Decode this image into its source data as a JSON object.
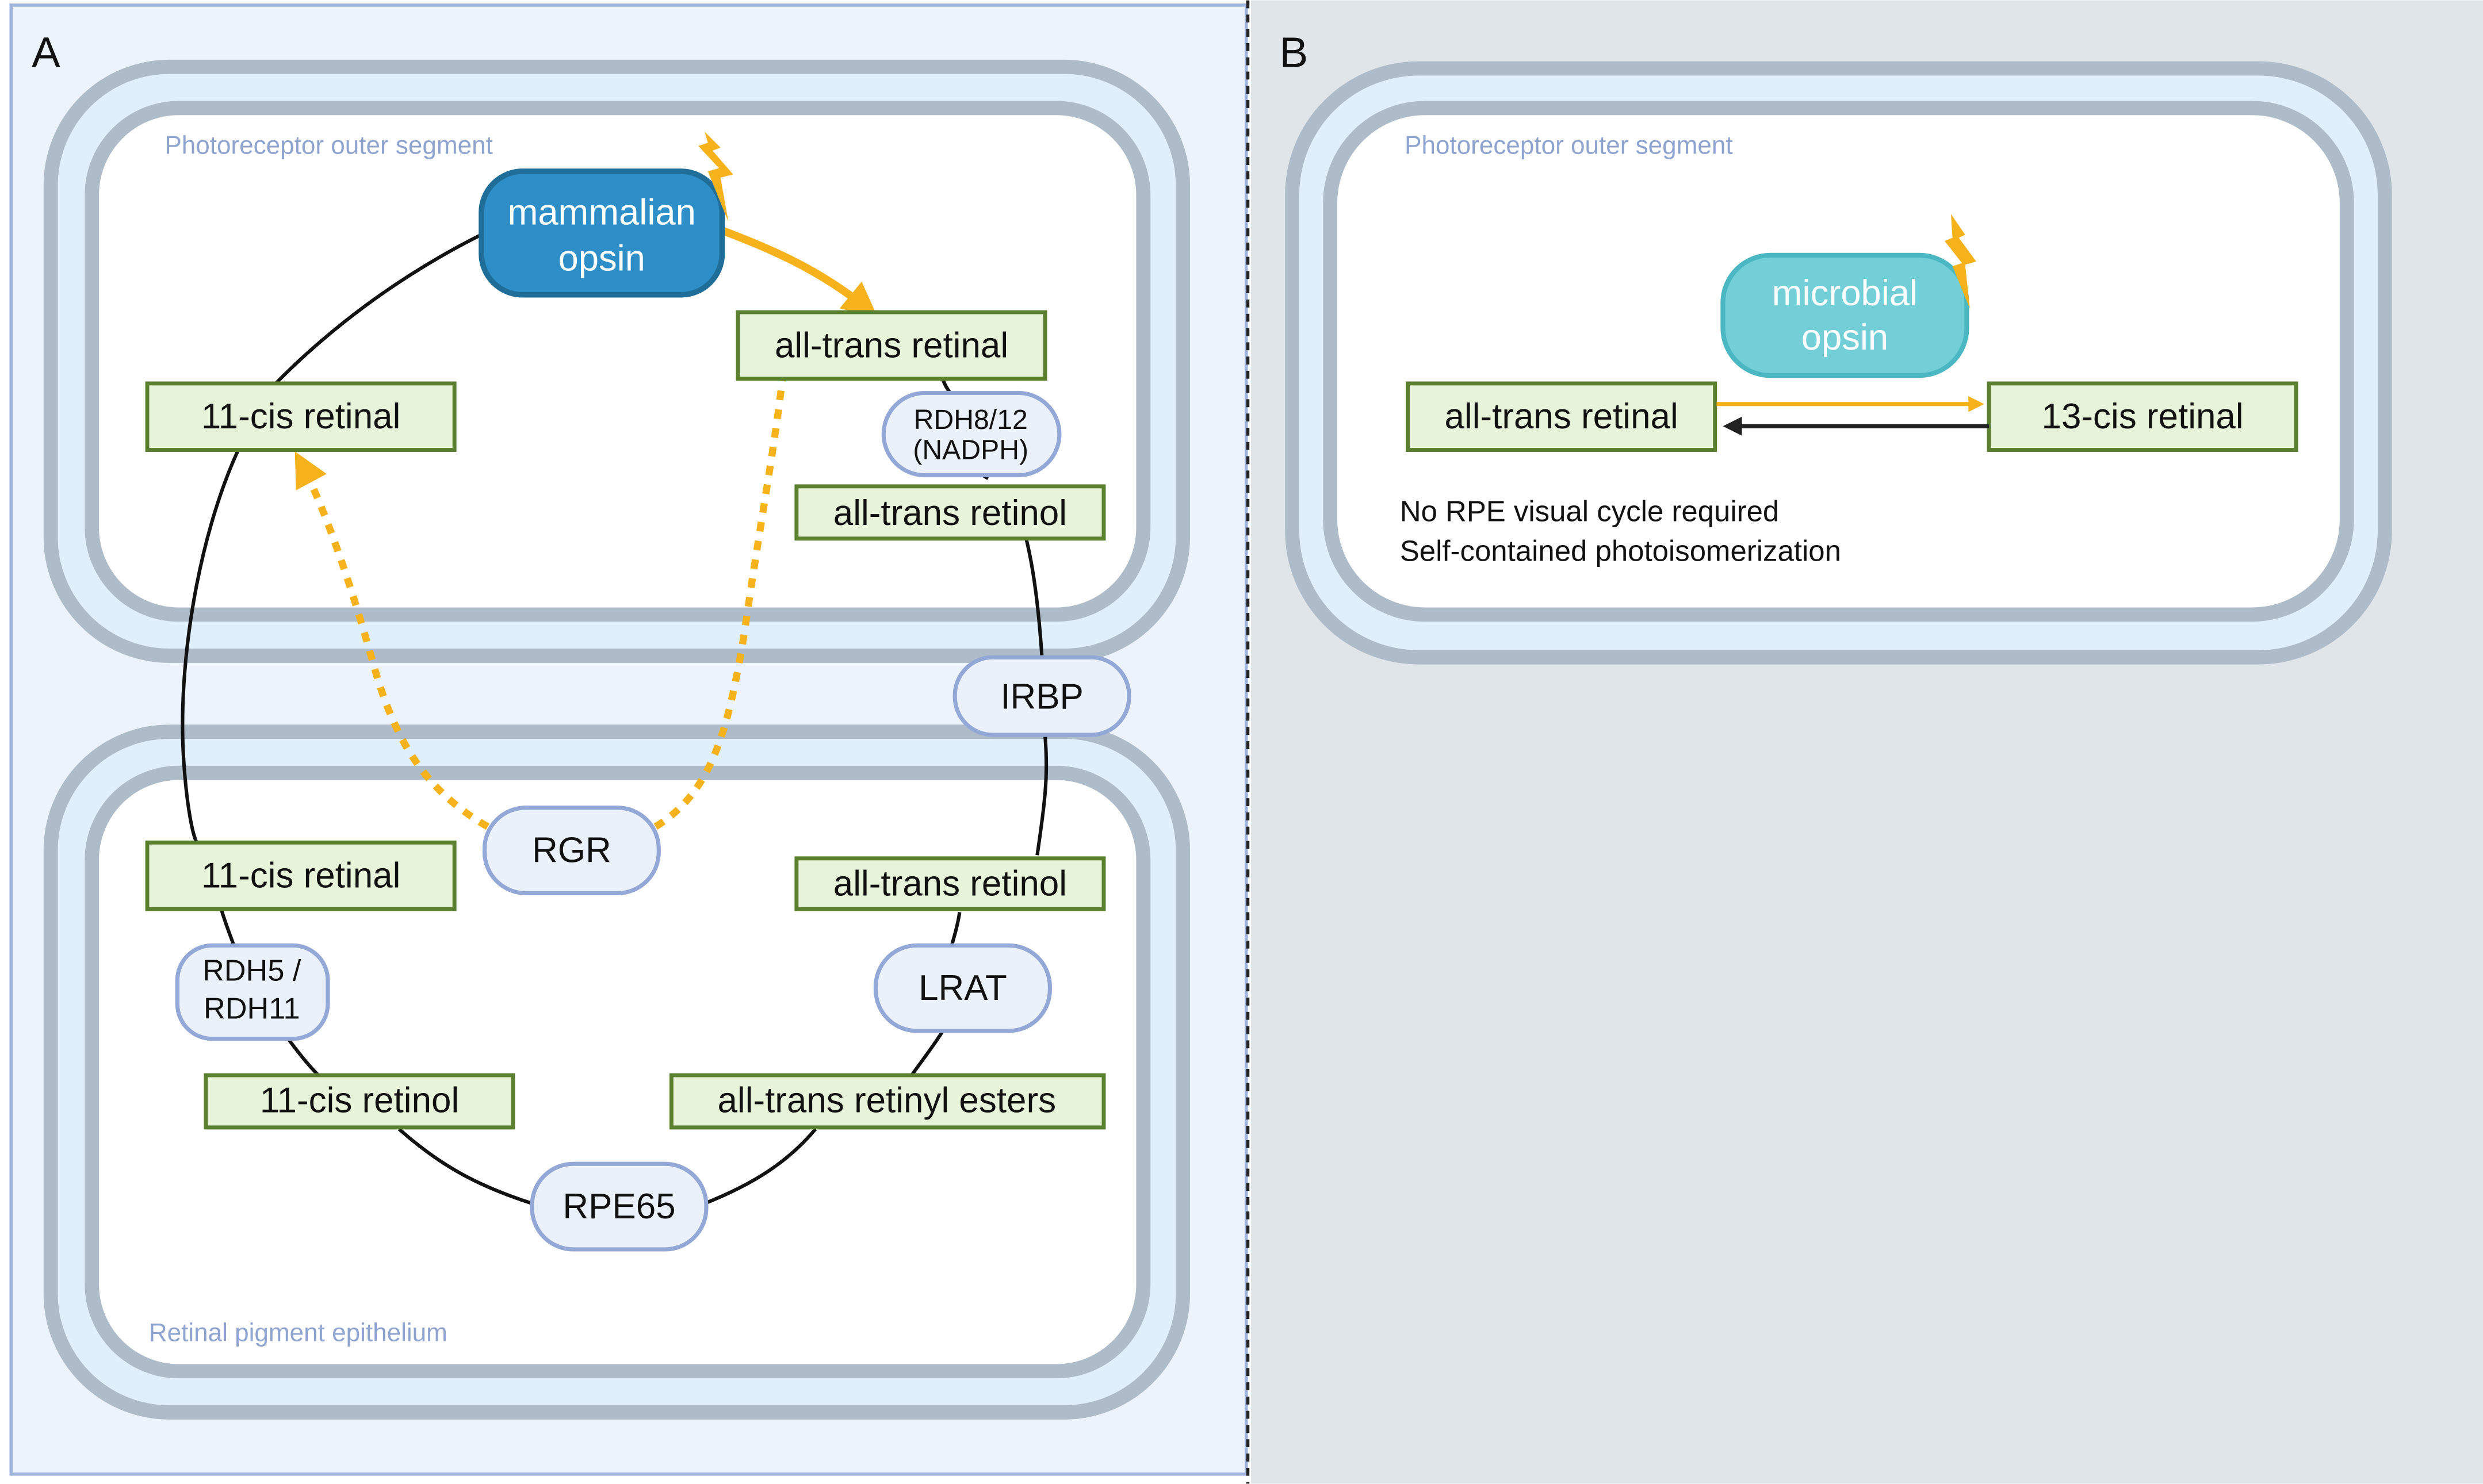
{
  "panels": {
    "A": {
      "letter": "A",
      "compartments": {
        "photoreceptor": "Photoreceptor outer segment",
        "rpe": "Retinal pigment epithelium"
      },
      "opsin": {
        "line1": "mammalian",
        "line2": "opsin"
      },
      "molecules": {
        "pos_11cis_retinal": "11-cis retinal",
        "pos_alltrans_retinal": "all-trans retinal",
        "pos_alltrans_retinol": "all-trans retinol",
        "rpe_11cis_retinal": "11-cis retinal",
        "rpe_alltrans_retinol": "all-trans retinol",
        "rpe_11cis_retinol": "11-cis retinol",
        "rpe_alltrans_esters": "all-trans retinyl esters"
      },
      "enzymes": {
        "rdh812_line1": "RDH8/12",
        "rdh812_line2": "(NADPH)",
        "irbp": "IRBP",
        "rgr": "RGR",
        "rdh5_line1": "RDH5 /",
        "rdh5_line2": "RDH11",
        "lrat": "LRAT",
        "rpe65": "RPE65"
      }
    },
    "B": {
      "letter": "B",
      "compartments": {
        "photoreceptor": "Photoreceptor outer segment"
      },
      "opsin": {
        "line1": "microbial",
        "line2": "opsin"
      },
      "molecules": {
        "alltrans_retinal": "all-trans retinal",
        "cis13_retinal": "13-cis retinal"
      },
      "notes": [
        "No RPE visual cycle required",
        "Self-contained photoisomerization"
      ]
    }
  },
  "colors": {
    "panel_a_bg": "#ecf3fc",
    "panel_b_bg": "#e0e5ea",
    "mammalian_opsin": "#2e8fc8",
    "microbial_opsin": "#72cfd8",
    "light_arrow": "#f5b21b",
    "molecule_fill": "#e8f4d9",
    "molecule_border": "#5a7f2e",
    "enzyme_fill": "#ebf1fb",
    "enzyme_border": "#93a8d6"
  }
}
